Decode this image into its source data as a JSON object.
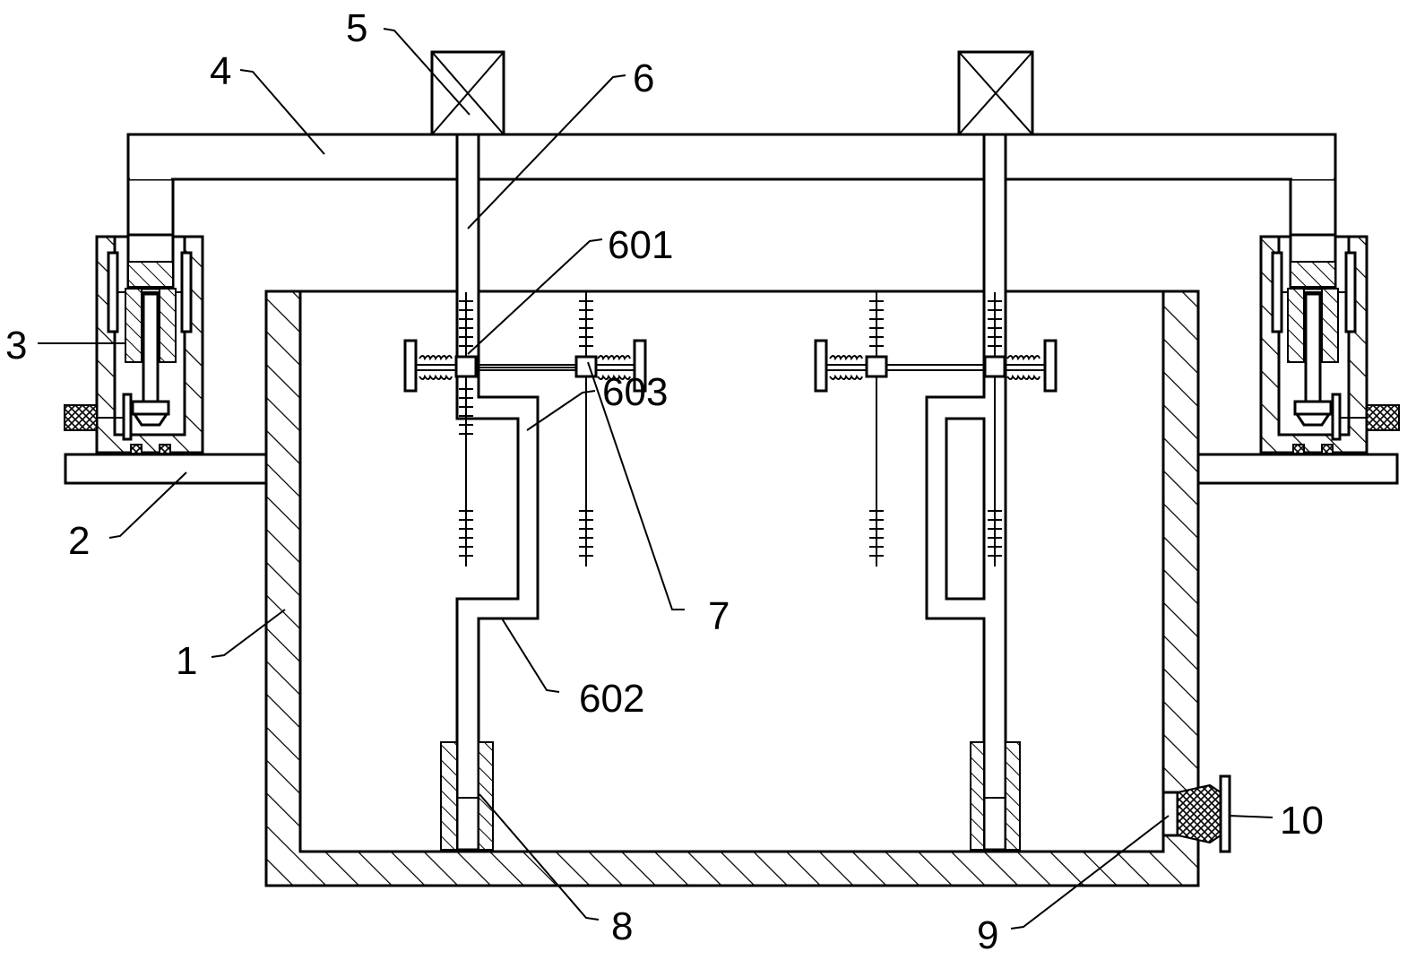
{
  "labels": {
    "l1": "1",
    "l2": "2",
    "l3": "3",
    "l4": "4",
    "l5": "5",
    "l6": "6",
    "l601": "601",
    "l602": "602",
    "l603": "603",
    "l7": "7",
    "l8": "8",
    "l9": "9",
    "l10": "10"
  }
}
